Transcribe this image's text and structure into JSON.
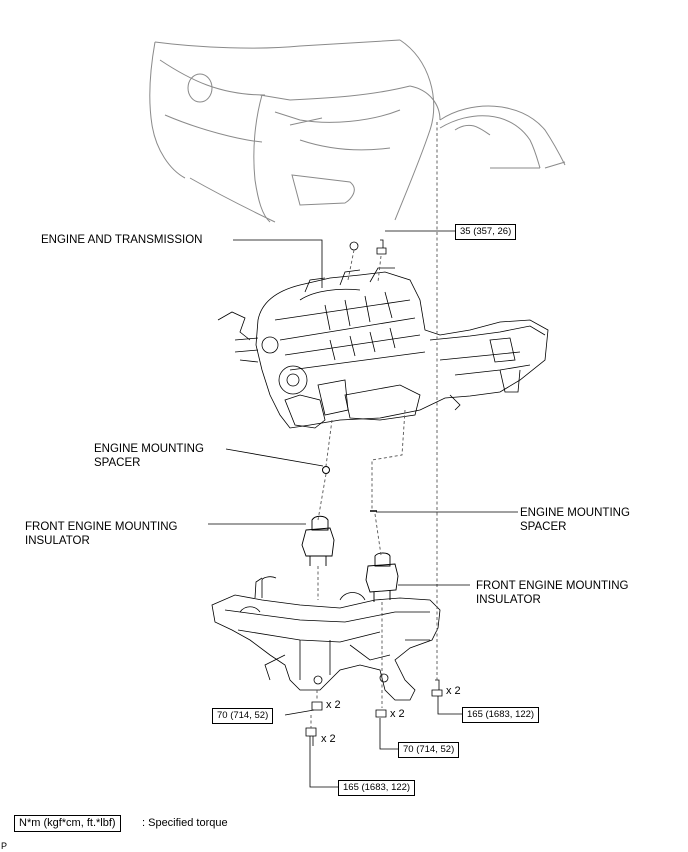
{
  "labels": {
    "engine_transmission": "ENGINE AND TRANSMISSION",
    "spacer_left_1": "ENGINE MOUNTING",
    "spacer_left_2": "SPACER",
    "spacer_right_1": "ENGINE MOUNTING",
    "spacer_right_2": "SPACER",
    "insulator_left_1": "FRONT ENGINE MOUNTING",
    "insulator_left_2": "INSULATOR",
    "insulator_right_1": "FRONT ENGINE MOUNTING",
    "insulator_right_2": "INSULATOR"
  },
  "torques": {
    "top_nut": "35 (357, 26)",
    "left_nut": "70 (714, 52)",
    "center_nut": "70 (714, 52)",
    "left_bolt": "165 (1683, 122)",
    "right_bolt": "165 (1683, 122)"
  },
  "multipliers": {
    "left_nut": "x 2",
    "center_nut": "x 2",
    "left_bolt": "x 2",
    "right_bolt": "x 2"
  },
  "legend": {
    "unit": "N*m (kgf*cm, ft.*lbf)",
    "description": ": Specified torque"
  },
  "footer": {
    "code": "P"
  }
}
